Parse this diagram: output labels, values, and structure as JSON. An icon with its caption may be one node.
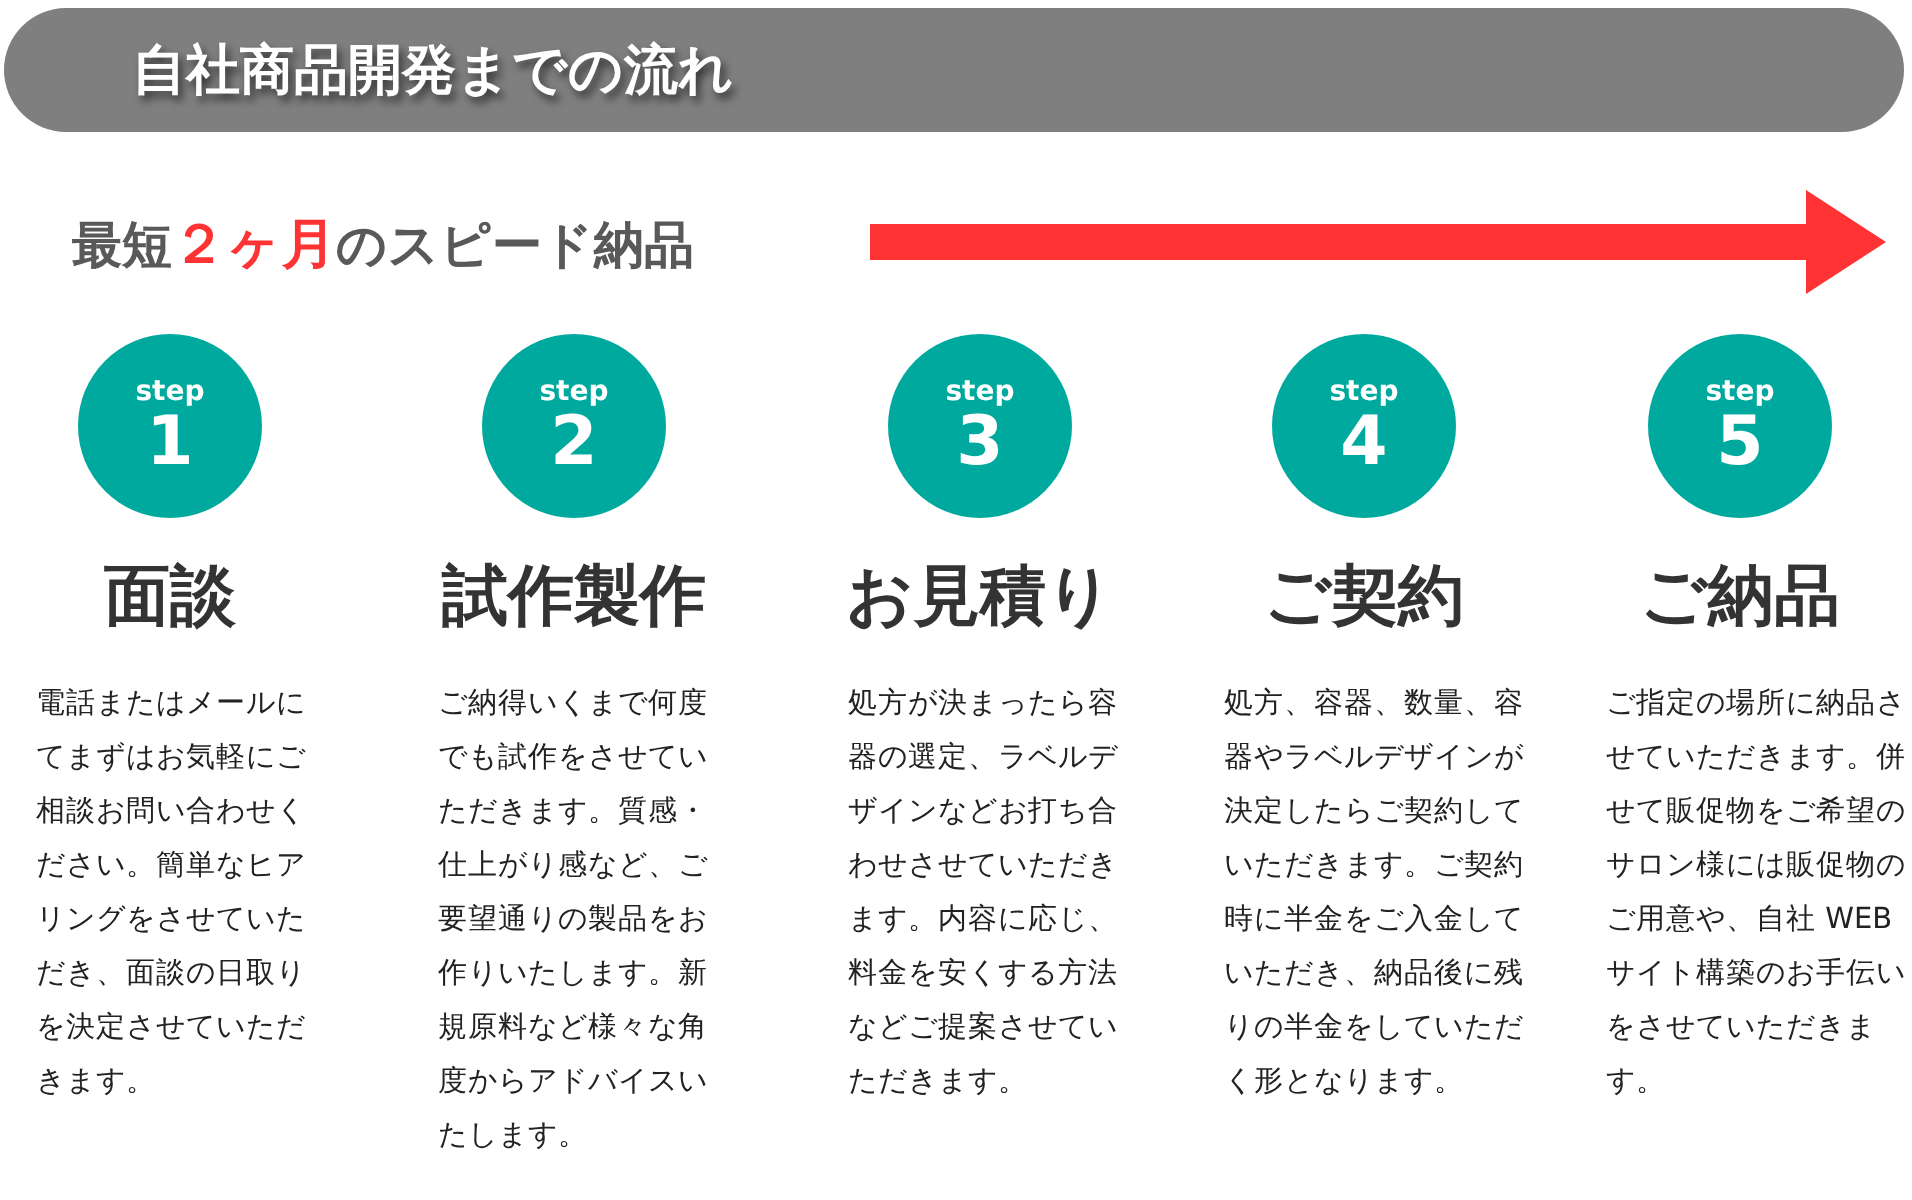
{
  "diagram": {
    "title": "自社商品開発までの流れ",
    "nodes": [
      {
        "text": [
          "step",
          "1"
        ],
        "beside": [
          "面談",
          "電話またはメールにてまずはお気軽にご相談お問い合わせください。簡単なヒアリングをさせていただき、面談の日取りを決定させていただきます。"
        ]
      },
      {
        "text": [
          "step",
          "2"
        ],
        "beside": [
          "試作製作",
          "ご納得いくまで何度でも試作をさせていただきます。質感・仕上がり感など、ご要望通りの製品をお作りいたします。新規原料など様々な角度からアドバイスいたします。"
        ]
      },
      {
        "text": [
          "step",
          "3"
        ],
        "beside": [
          "お見積り",
          "処方が決まったら容器の選定、ラベルデザインなどお打ち合わせさせていただきます。内容に応じ、料金を安くする方法などご提案させていただきます。"
        ]
      },
      {
        "text": [
          "step",
          "4"
        ],
        "beside": [
          "ご契約",
          "処方、容器、数量、容器やラベルデザインが決定したらご契約していただきます。ご契約時に半金をご入金していただき、納品後に残りの半金をしていただく形となります。"
        ]
      },
      {
        "text": [
          "step",
          "5"
        ],
        "beside": [
          "ご納品",
          "ご指定の場所に納品させていただきます。併せて販促物をご希望のサロン様には販促物のご用意や、自社 WEB サイト構築のお手伝いをさせていただきます。"
        ]
      }
    ],
    "labels": [
      "最短**２ヶ月**のスピード納品"
    ]
  }
}
